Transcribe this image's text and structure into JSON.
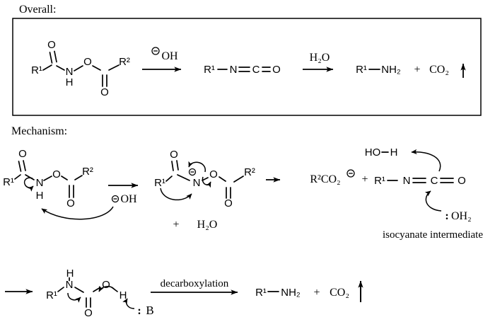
{
  "colors": {
    "ink": "#000000",
    "paper": "#ffffff"
  },
  "headings": {
    "overall": "Overall:",
    "mechanism": "Mechanism:"
  },
  "atoms": {
    "r1": "R¹",
    "r2": "R²",
    "n": "N",
    "o": "O",
    "h": "H",
    "c": "C",
    "nh2": "NH₂",
    "ho": "HO"
  },
  "formulas": {
    "hydroxide": "OH",
    "water": "H₂O",
    "carbon_dioxide": "CO₂",
    "carboxylate": "R²CO₂",
    "water_nucleophile": "OH₂",
    "base": "B",
    "plus": "+",
    "lone_pair": ":"
  },
  "captions": {
    "isocyanate_intermediate": "isocyanate intermediate",
    "decarboxylation": "decarboxylation"
  },
  "icons": {
    "minus_charge": "circled-minus",
    "gas_evolution": "up-arrow",
    "reaction_arrow": "right-arrow",
    "electron_pushing": "curved-arrow"
  }
}
